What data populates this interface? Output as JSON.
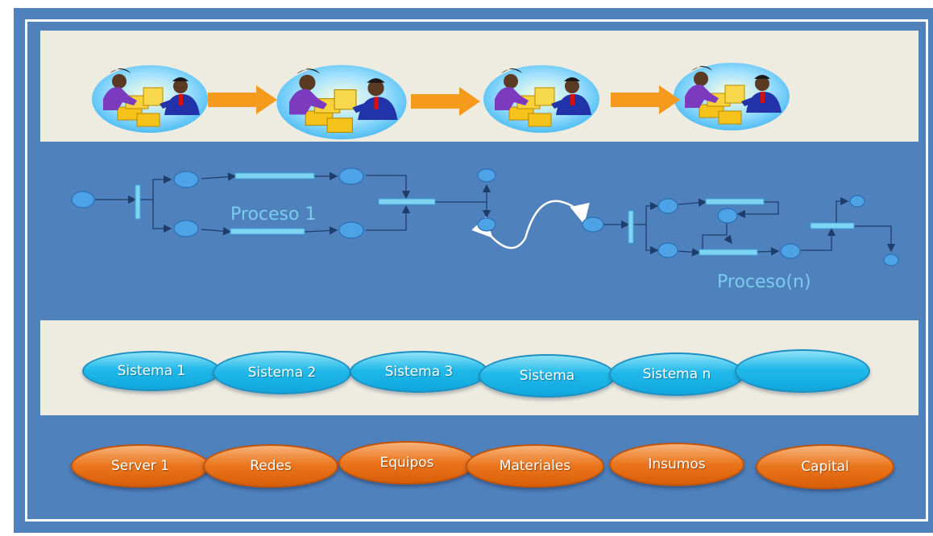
{
  "processes": {
    "label_1": "Proceso 1",
    "label_n": "Proceso(n)"
  },
  "systems": [
    "Sistema 1",
    "Sistema 2",
    "Sistema 3",
    "Sistema",
    "Sistema n",
    ""
  ],
  "resources": [
    "Server 1",
    "Redes",
    "Equipos",
    "Materiales",
    "Insumos",
    "Capital"
  ],
  "colors": {
    "frame_blue": "#4f81bd",
    "band_beige": "#eeece1",
    "system_cyan": "#21b9ea",
    "resource_orange": "#ea741c",
    "arrow_orange": "#f59a1c",
    "node_blue": "#4da3e6"
  }
}
